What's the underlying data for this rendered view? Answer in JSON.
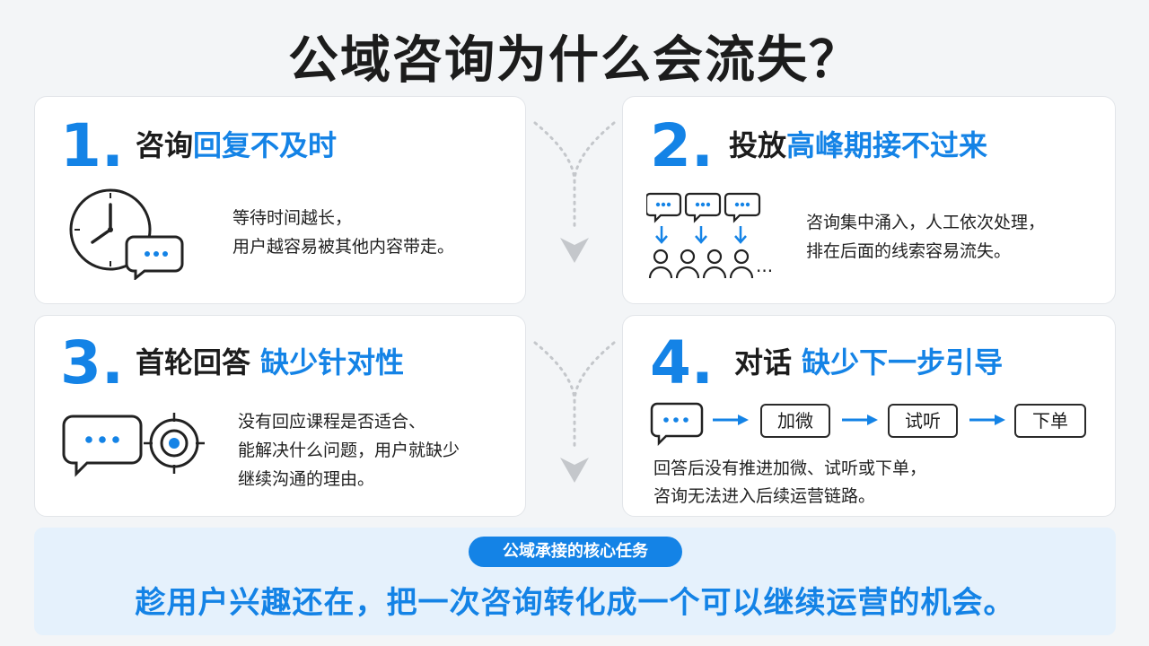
{
  "title": "公域咨询为什么会流失？",
  "cards": [
    {
      "number": "1.",
      "head_plain": "咨询",
      "head_highlight": "回复不及时",
      "desc_lines": [
        "等待时间越长，",
        "用户越容易被其他内容带走。"
      ]
    },
    {
      "number": "2.",
      "head_plain": "投放",
      "head_highlight": "高峰期接不过来",
      "desc_lines": [
        "咨询集中涌入，人工依次处理，",
        "排在后面的线索容易流失。"
      ],
      "ellipsis": "..."
    },
    {
      "number": "3.",
      "head_plain": "首轮回答",
      "head_highlight": "缺少针对性",
      "desc_lines": [
        "没有回应课程是否适合、",
        "能解决什么问题，用户就缺少",
        "继续沟通的理由。"
      ]
    },
    {
      "number": "4.",
      "head_plain": "对话",
      "head_highlight": "缺少下一步引导",
      "flow_steps": [
        "加微",
        "试听",
        "下单"
      ],
      "desc_lines": [
        "回答后没有推进加微、试听或下单，",
        "咨询无法进入后续运营链路。"
      ]
    }
  ],
  "bottom": {
    "pill": "公域承接的核心任务",
    "slogan": "趁用户兴趣还在，把一次咨询转化成一个可以继续运营的机会。"
  },
  "colors": {
    "accent": "#1483e6",
    "panel": "#e5f1fc",
    "background": "#f3f5f7",
    "arrow": "#c4c7cb"
  },
  "icons": [
    "clock-icon",
    "chat-bubble-icon",
    "chat-queue-icon",
    "person-icon",
    "chat-icon",
    "target-icon",
    "arrow-right-icon",
    "funnel-arrow-icon"
  ]
}
